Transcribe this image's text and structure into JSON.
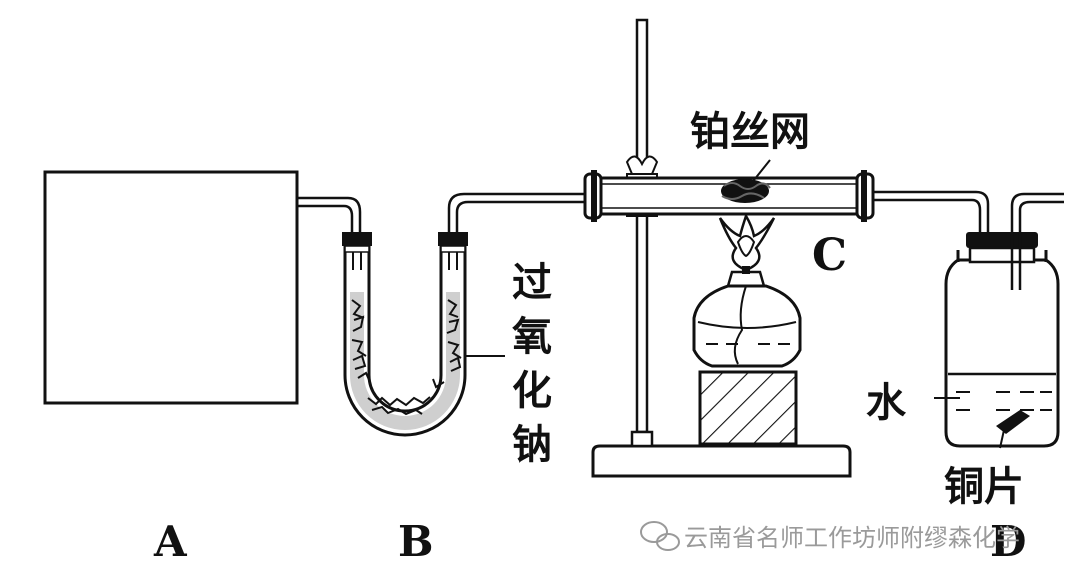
{
  "labels": {
    "pt_mesh": "铂丝网",
    "c_tag": "C",
    "sodium_peroxide": [
      "过",
      "氧",
      "化",
      "钠"
    ],
    "water": "水",
    "copper": "铜片"
  },
  "apparatus_letters": [
    "A",
    "B",
    "D"
  ],
  "watermark": "云南省名师工作坊师附缪森化学",
  "colors": {
    "stroke": "#111111",
    "water_fill": "#ffffff",
    "watermark": "#9a9a9a"
  }
}
